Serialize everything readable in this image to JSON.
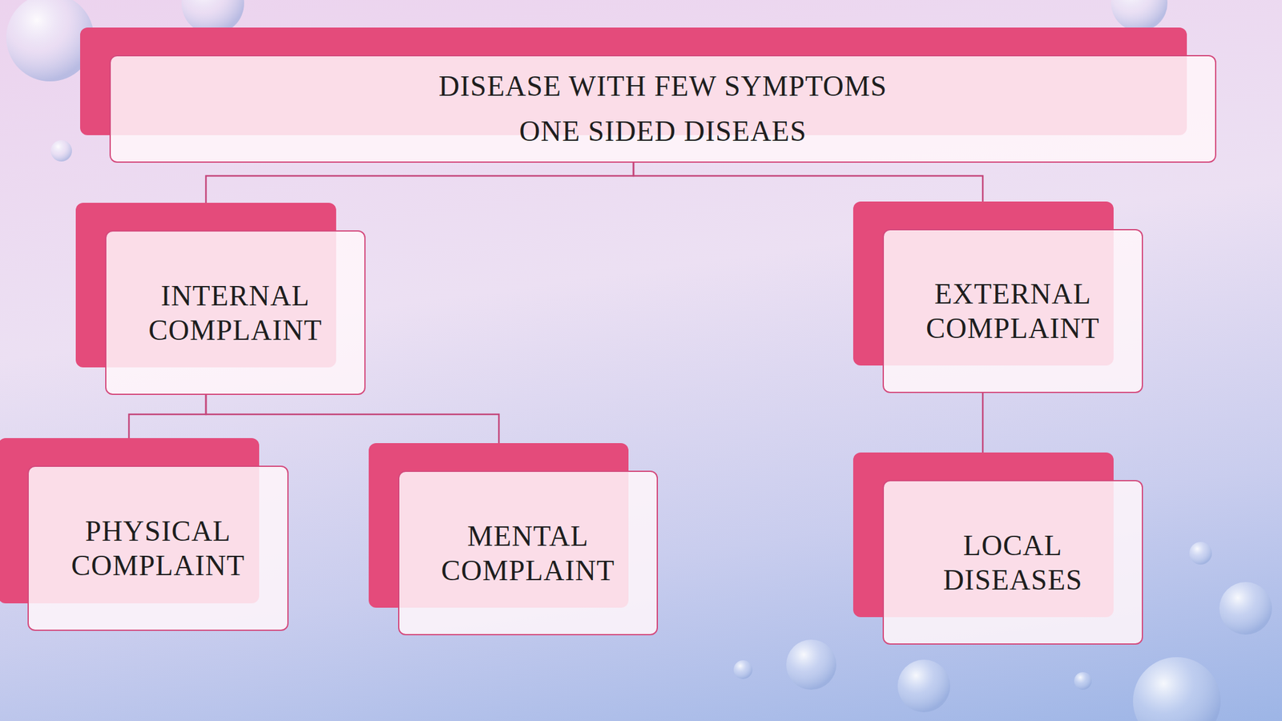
{
  "diagram": {
    "nodes": [
      {
        "text": [
          "DISEASE WITH FEW SYMPTOMS",
          "ONE SIDED DISEAES"
        ]
      },
      {
        "text": [
          "INTERNAL COMPLAINT"
        ]
      },
      {
        "text": [
          "EXTERNAL COMPLAINT"
        ]
      },
      {
        "text": [
          "PHYSICAL COMPLAINT"
        ]
      },
      {
        "text": [
          "MENTAL COMPLAINT"
        ]
      },
      {
        "text": [
          "LOCAL DISEASES"
        ]
      }
    ],
    "edges": [
      {
        "from": 0,
        "to": 1,
        "arrow": "none"
      },
      {
        "from": 0,
        "to": 2,
        "arrow": "none"
      },
      {
        "from": 1,
        "to": 3,
        "arrow": "none"
      },
      {
        "from": 1,
        "to": 4,
        "arrow": "none"
      },
      {
        "from": 2,
        "to": 5,
        "arrow": "none"
      }
    ]
  }
}
